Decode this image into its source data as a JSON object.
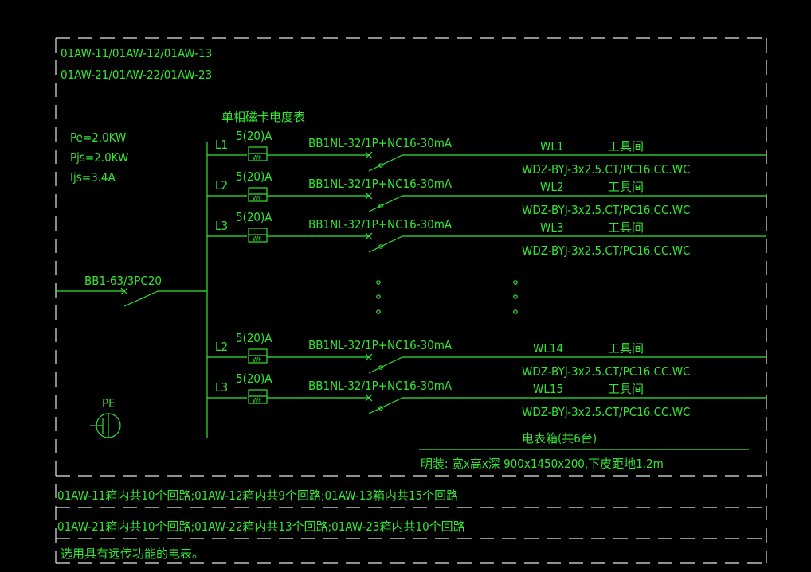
{
  "header": {
    "line1": "01AW-11/01AW-12/01AW-13",
    "line2": "01AW-21/01AW-22/01AW-23"
  },
  "params": {
    "pe": "Pe=2.0KW",
    "pjs": "Pjs=2.0KW",
    "ijs": "Ijs=3.4A"
  },
  "meter_title": "单相磁卡电度表",
  "main_breaker": "BB1-63/3PC20",
  "ground_label": "PE",
  "circuits": [
    {
      "phase": "L1",
      "meter": "5(20)A",
      "meter_symbol": "Wh",
      "breaker": "BB1NL-32/1P+NC16-30mA",
      "id": "WL1",
      "use": "工具间",
      "cable": "WDZ-BYJ-3x2.5.CT/PC16.CC.WC"
    },
    {
      "phase": "L2",
      "meter": "5(20)A",
      "meter_symbol": "Wh",
      "breaker": "BB1NL-32/1P+NC16-30mA",
      "id": "WL2",
      "use": "工具间",
      "cable": "WDZ-BYJ-3x2.5.CT/PC16.CC.WC"
    },
    {
      "phase": "L3",
      "meter": "5(20)A",
      "meter_symbol": "Wh",
      "breaker": "BB1NL-32/1P+NC16-30mA",
      "id": "WL3",
      "use": "工具间",
      "cable": "WDZ-BYJ-3x2.5.CT/PC16.CC.WC"
    },
    {
      "phase": "L2",
      "meter": "5(20)A",
      "meter_symbol": "Wh",
      "breaker": "BB1NL-32/1P+NC16-30mA",
      "id": "WL14",
      "use": "工具间",
      "cable": "WDZ-BYJ-3x2.5.CT/PC16.CC.WC"
    },
    {
      "phase": "L3",
      "meter": "5(20)A",
      "meter_symbol": "Wh",
      "breaker": "BB1NL-32/1P+NC16-30mA",
      "id": "WL15",
      "use": "工具间",
      "cable": "WDZ-BYJ-3x2.5.CT/PC16.CC.WC"
    }
  ],
  "box_title": "电表箱(共6台)",
  "box_spec": "明装: 宽x高x深 900x1450x200,下皮距地1.2m",
  "notes": [
    "01AW-11箱内共10个回路;01AW-12箱内共9个回路;01AW-13箱内共15个回路",
    "01AW-21箱内共10个回路;01AW-22箱内共13个回路;01AW-23箱内共10个回路",
    "选用具有远传功能的电表。"
  ],
  "colors": {
    "line": "#33e633",
    "frame": "#e6e6e6",
    "background": "#000000"
  }
}
